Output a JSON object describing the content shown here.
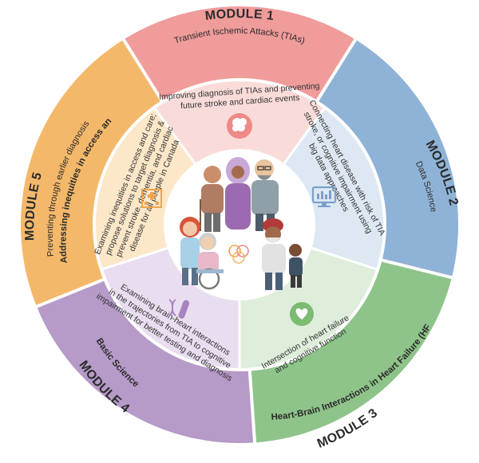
{
  "colors": {
    "module1": "#ef9c9b",
    "module2": "#8fb3d6",
    "module3": "#8ec48a",
    "module4": "#b69ac8",
    "module5": "#f4b86a",
    "inner1": "#f9dcda",
    "inner2": "#dde8f3",
    "inner3": "#dfeedb",
    "inner4": "#e9def0",
    "inner5": "#fce7c8",
    "icon1": "#ef8a86",
    "icon2": "#7d9fcc",
    "icon3": "#7bbb72",
    "icon4": "#a783bf",
    "icon5": "#f1a34b"
  },
  "modules": {
    "m1": {
      "title": "MODULE 1",
      "subtitle": "Transient Ischemic Attacks (TIAs)",
      "inner": [
        "Improving diagnosis of TIAs and preventing",
        "future stroke and cardiac events"
      ],
      "icon": "brain-head-icon"
    },
    "m2": {
      "title": "MODULE 2",
      "subtitle": "Data Science",
      "inner": [
        "Connecting heart disease with risk of TIA",
        "stroke, or cognitive impairment using",
        "big data approaches"
      ],
      "icon": "monitor-chart-icon"
    },
    "m3": {
      "title": "MODULE 3",
      "subtitle": "Heart-Brain Interactions in Heart Failure (HF)",
      "inner": [
        "Intersection of heart failure",
        "and cognitive function"
      ],
      "icon": "heart-icon"
    },
    "m4": {
      "title": "MODULE 4",
      "subtitle": "Basic Science",
      "inner": [
        "Examining brain-heart interactions",
        "in the trajectories from TIA to cognitive",
        "impairment for better testing and diagnosis"
      ],
      "icon": "dna-test-tube-icon"
    },
    "m5": {
      "title": "MODULE 5",
      "subtitle_lines": [
        "Preventing through earlier diagnosis",
        "Addressing inequities in access and care"
      ],
      "inner": [
        "Examining inequities in access and care;",
        "propose solutions to target diagnosis &",
        "prevent stroke, dementia, and cardiac",
        "disease for all people in Canada"
      ],
      "icon": "hospital-icon"
    }
  },
  "center": {
    "icon": "venn-circles-icon",
    "illustration": "diverse-people-group"
  }
}
